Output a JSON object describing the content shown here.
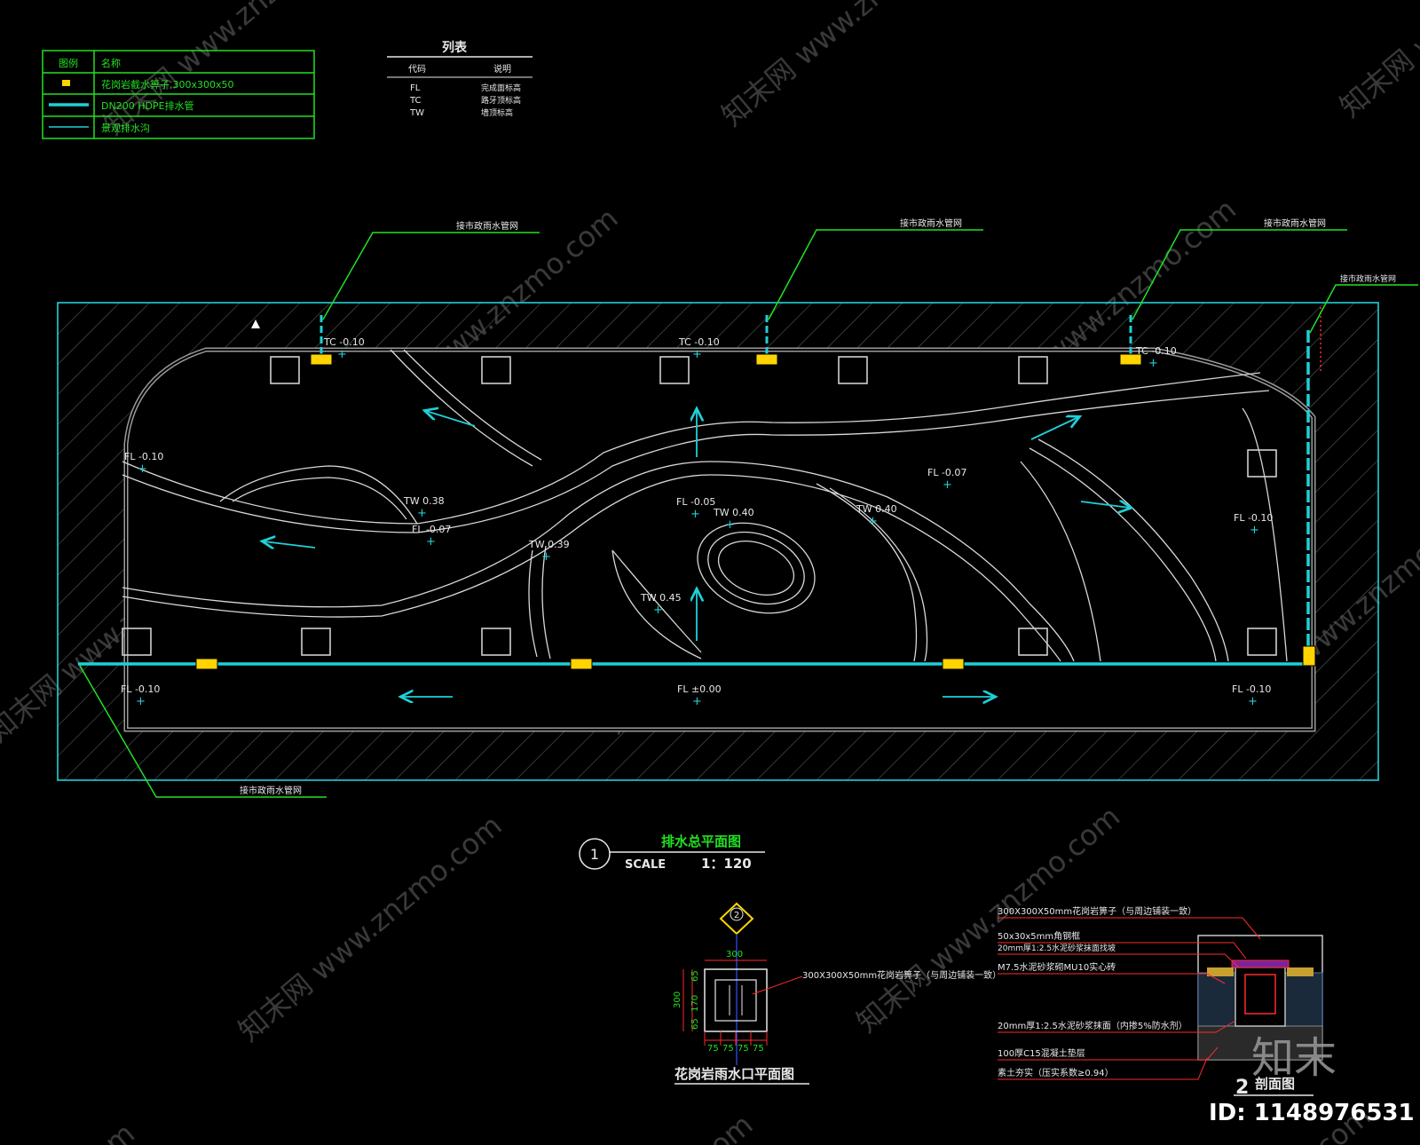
{
  "legend": {
    "header_symbol": "图例",
    "header_name": "名称",
    "rows": [
      {
        "icon": "yellow-drain-grate",
        "label": "花岗岩截水箅子,300x300x50"
      },
      {
        "icon": "cyan-thick-line",
        "label": "DN200 HDPE排水管"
      },
      {
        "icon": "cyan-thin-line",
        "label": "景观排水沟"
      }
    ]
  },
  "abbrev": {
    "title": "列表",
    "col_code": "代码",
    "col_desc": "说明",
    "rows": [
      {
        "code": "FL",
        "desc": "完成面标高"
      },
      {
        "code": "TC",
        "desc": "路牙顶标高"
      },
      {
        "code": "TW",
        "desc": "墙顶标高"
      }
    ]
  },
  "callouts": {
    "top_left": "接市政雨水管网",
    "top_mid": "接市政雨水管网",
    "top_right": "接市政雨水管网",
    "right": "接市政雨水管网",
    "bottom_left": "接市政雨水管网"
  },
  "levels": [
    {
      "text": "TC -0.10"
    },
    {
      "text": "TC -0.10"
    },
    {
      "text": "TC -0.10"
    },
    {
      "text": "FL -0.10"
    },
    {
      "text": "TW 0.38"
    },
    {
      "text": "FL -0.07"
    },
    {
      "text": "TW 0.39"
    },
    {
      "text": "FL -0.05"
    },
    {
      "text": "TW 0.40"
    },
    {
      "text": "TW 0.40"
    },
    {
      "text": "FL -0.07"
    },
    {
      "text": "FL -0.10"
    },
    {
      "text": "TW 0.45"
    },
    {
      "text": "FL -0.10"
    },
    {
      "text": "FL ±0.00"
    },
    {
      "text": "FL -0.10"
    }
  ],
  "plan_title": {
    "number": "1",
    "title": "排水总平面图",
    "scale_label": "SCALE",
    "scale_value": "1：120"
  },
  "detail_plan": {
    "title": "花岗岩雨水口平面图",
    "section_mark": "2",
    "top_dim": "300",
    "left_dims": [
      "65",
      "170",
      "65"
    ],
    "left_total": "300",
    "bottom_dims": [
      "75",
      "75",
      "75",
      "75"
    ],
    "note": "300X300X50mm花岗岩箅子（与周边铺装一致）"
  },
  "section": {
    "title": "剖面图",
    "number": "2",
    "notes": [
      "300X300X50mm花岗岩箅子（与周边铺装一致）",
      "50x30x5mm角钢框",
      "20mm厚1:2.5水泥砂浆抹面找坡",
      "M7.5水泥砂浆砌MU10实心砖",
      "20mm厚1:2.5水泥砂浆抹面（内掺5%防水剂）",
      "100厚C15混凝土垫层",
      "素土夯实（压实系数≥0.94）"
    ]
  },
  "watermark": {
    "site": "www.znzmo.com",
    "brand": "知末",
    "id": "ID: 1148976531"
  },
  "colors": {
    "background": "#000000",
    "cyan": "#1fd0d8",
    "green": "#22e022",
    "yellow": "#ffd400",
    "white": "#e8e8e8",
    "red": "#ff2a2a"
  }
}
